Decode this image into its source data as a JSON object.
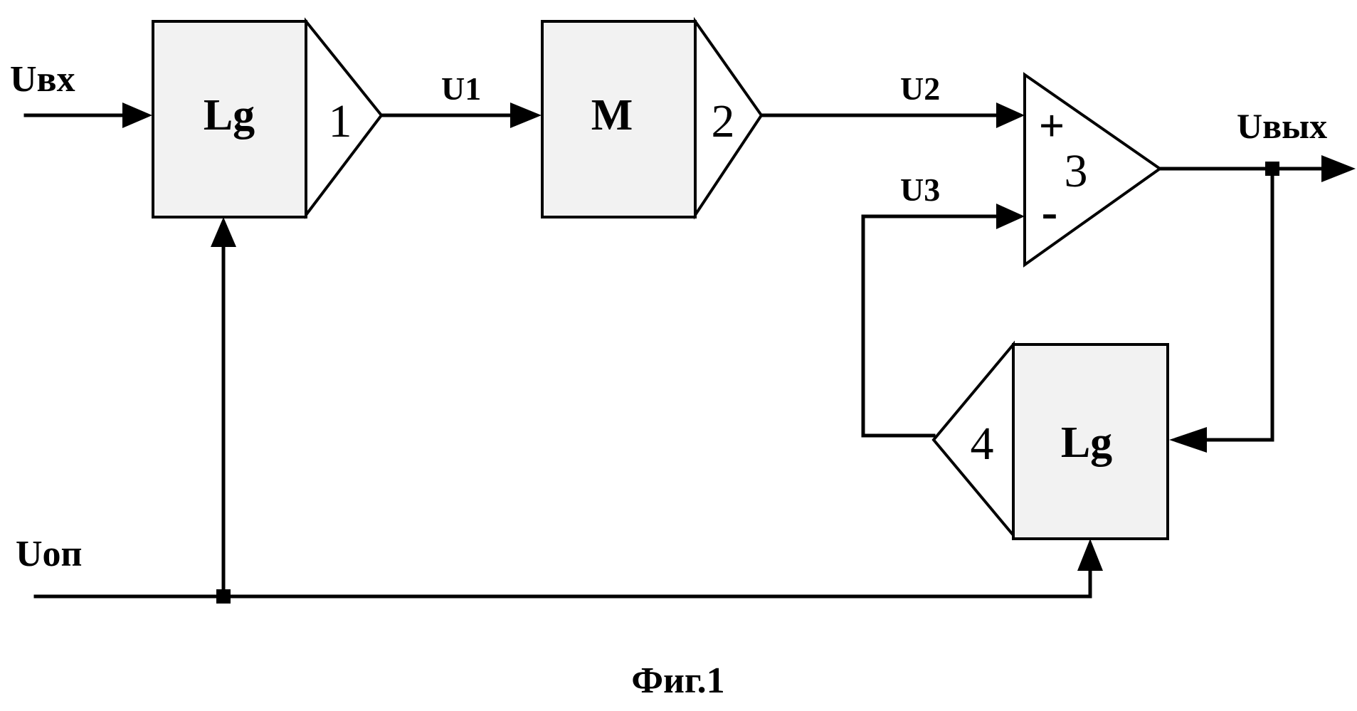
{
  "signals": {
    "u_in": "Uвх",
    "u_1": "U1",
    "u_2": "U2",
    "u_3": "U3",
    "u_out": "Uвых",
    "u_ref": "Uоп"
  },
  "blocks": {
    "b1": {
      "label": "Lg",
      "number": "1"
    },
    "b2": {
      "label": "M",
      "number": "2"
    },
    "b3": {
      "number": "3",
      "plus": "+",
      "minus": "-"
    },
    "b4": {
      "label": "Lg",
      "number": "4"
    }
  },
  "caption": "Фиг.1"
}
